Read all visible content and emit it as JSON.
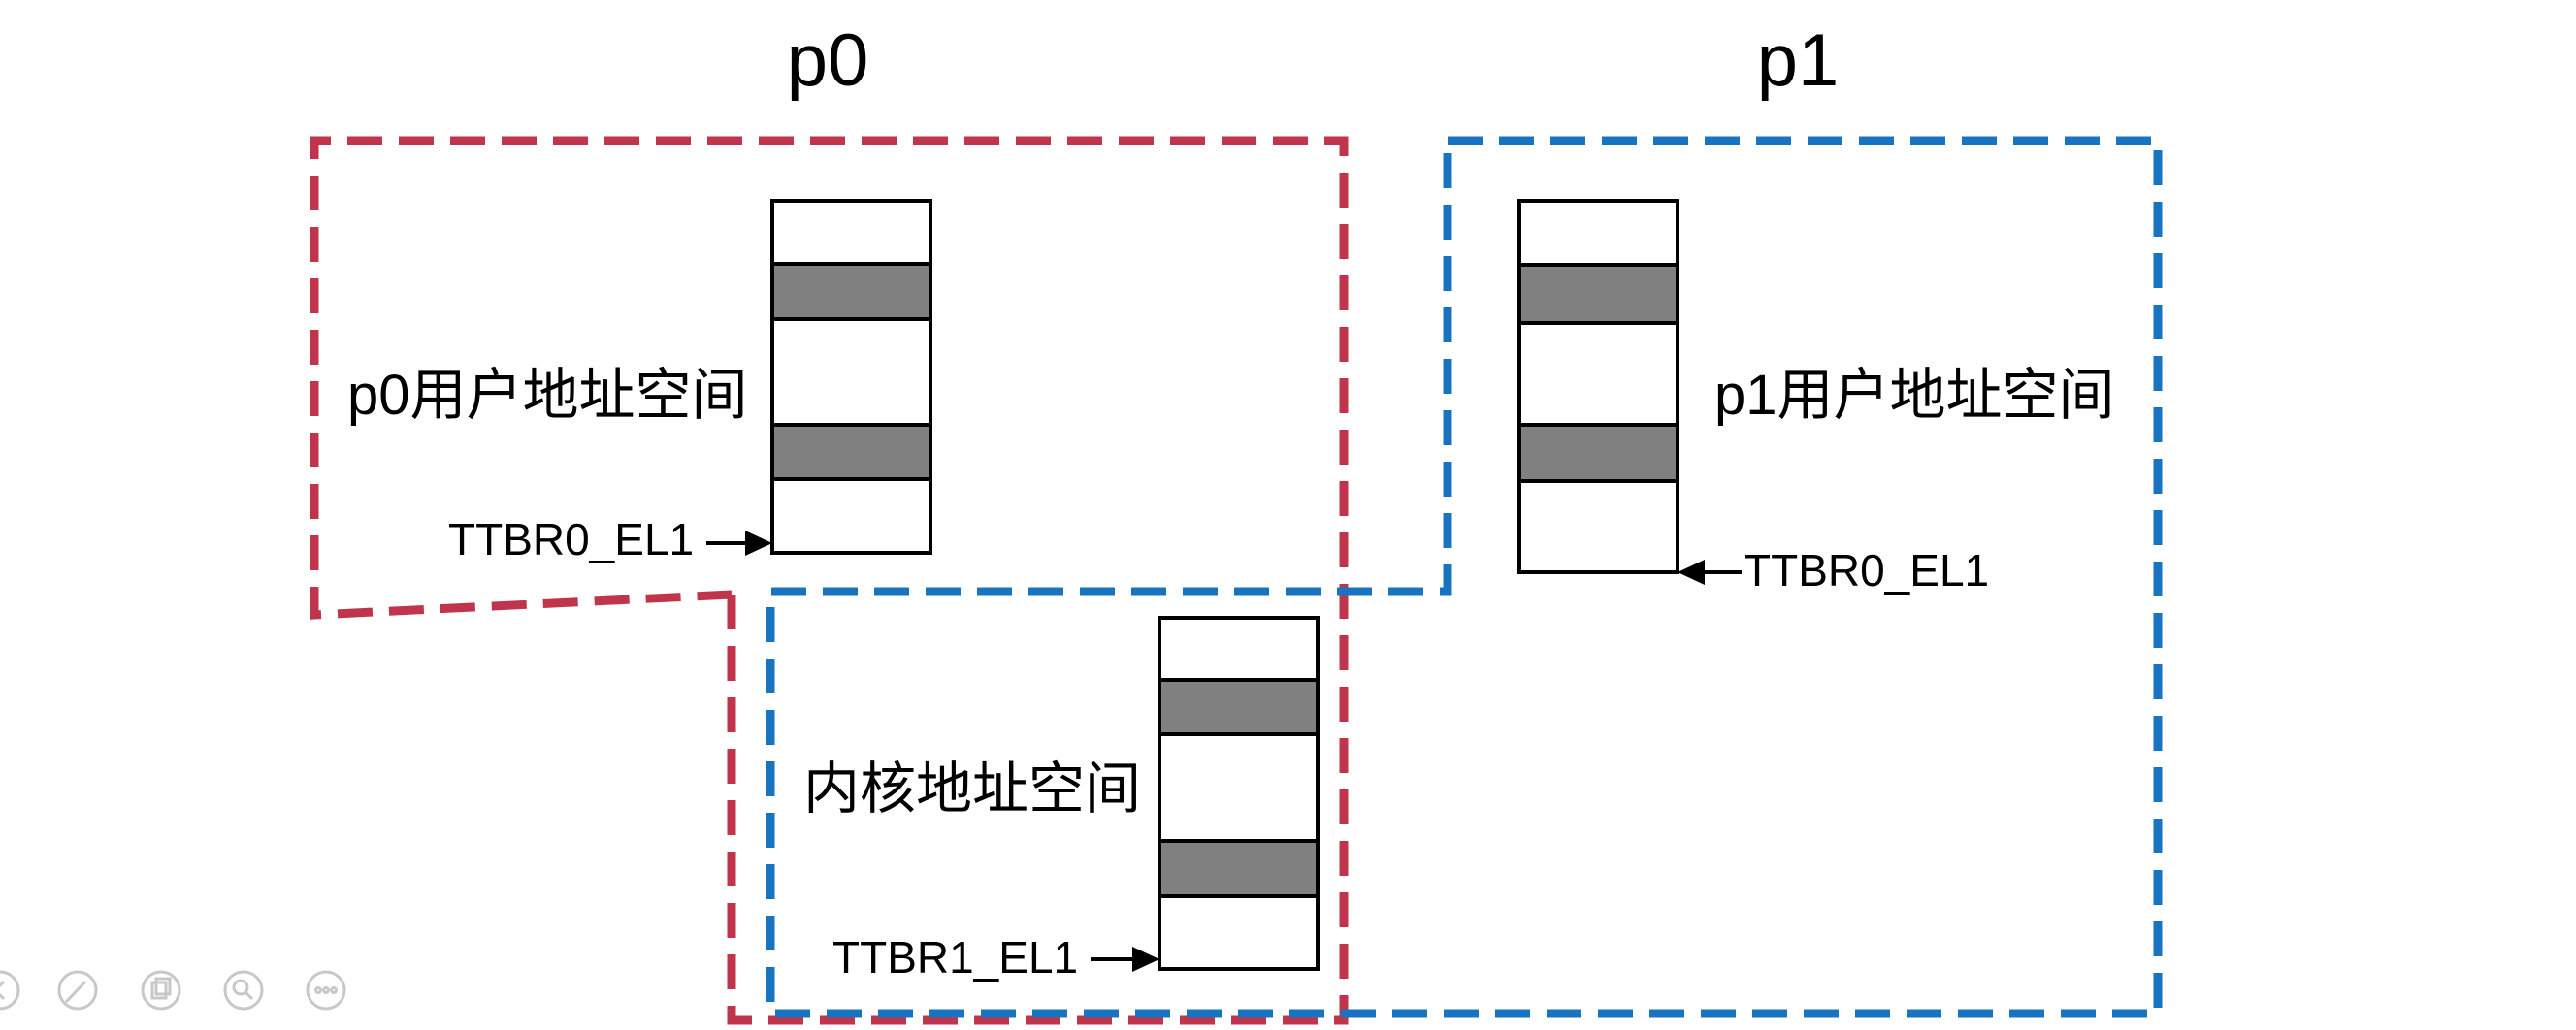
{
  "diagram": {
    "p0_title": "p0",
    "p1_title": "p1",
    "p0_space_label": "p0用户地址空间",
    "p1_space_label": "p1用户地址空间",
    "kernel_space_label": "内核地址空间",
    "p0_register_label": "TTBR0_EL1",
    "p1_register_label": "TTBR0_EL1",
    "kernel_register_label": "TTBR1_EL1"
  },
  "colors": {
    "p0_boundary": "#C0344C",
    "p1_boundary": "#1874C1",
    "page_fill": "#808080",
    "stroke": "#000000",
    "toolbar_icon": "#c8c8c8"
  },
  "toolbar": {
    "icons": [
      "previous-icon",
      "pen-icon",
      "slides-icon",
      "zoom-icon",
      "more-icon"
    ]
  }
}
